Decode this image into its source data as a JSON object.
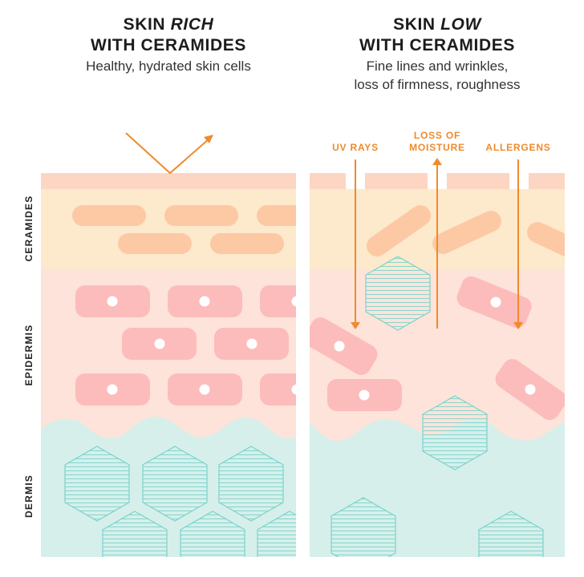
{
  "panels": {
    "left": {
      "title_prefix": "SKIN ",
      "title_emphasis": "RICH",
      "title_line2": "WITH CERAMIDES",
      "subtitle": "Healthy, hydrated skin cells"
    },
    "right": {
      "title_prefix": "SKIN ",
      "title_emphasis": "LOW",
      "title_line2": "WITH CERAMIDES",
      "subtitle_line1": "Fine lines and wrinkles,",
      "subtitle_line2": "loss of firmness, roughness"
    }
  },
  "layers": {
    "ceramides": "CERAMIDES",
    "epidermis": "EPIDERMIS",
    "dermis": "DERMIS"
  },
  "annotations": {
    "uv_rays": "UV RAYS",
    "loss_of_moisture_line1": "LOSS OF",
    "loss_of_moisture_line2": "MOISTURE",
    "allergens": "ALLERGENS"
  },
  "colors": {
    "surface": "#fdd5c3",
    "ceramide_layer": "#fde9cc",
    "ceramide_lipid": "#fcc9a4",
    "epidermis": "#fde3d9",
    "epidermal_cell": "#fcbcbc",
    "dermis": "#d6efea",
    "collagen": "#7dd3cc",
    "arrow": "#f08a2c"
  }
}
